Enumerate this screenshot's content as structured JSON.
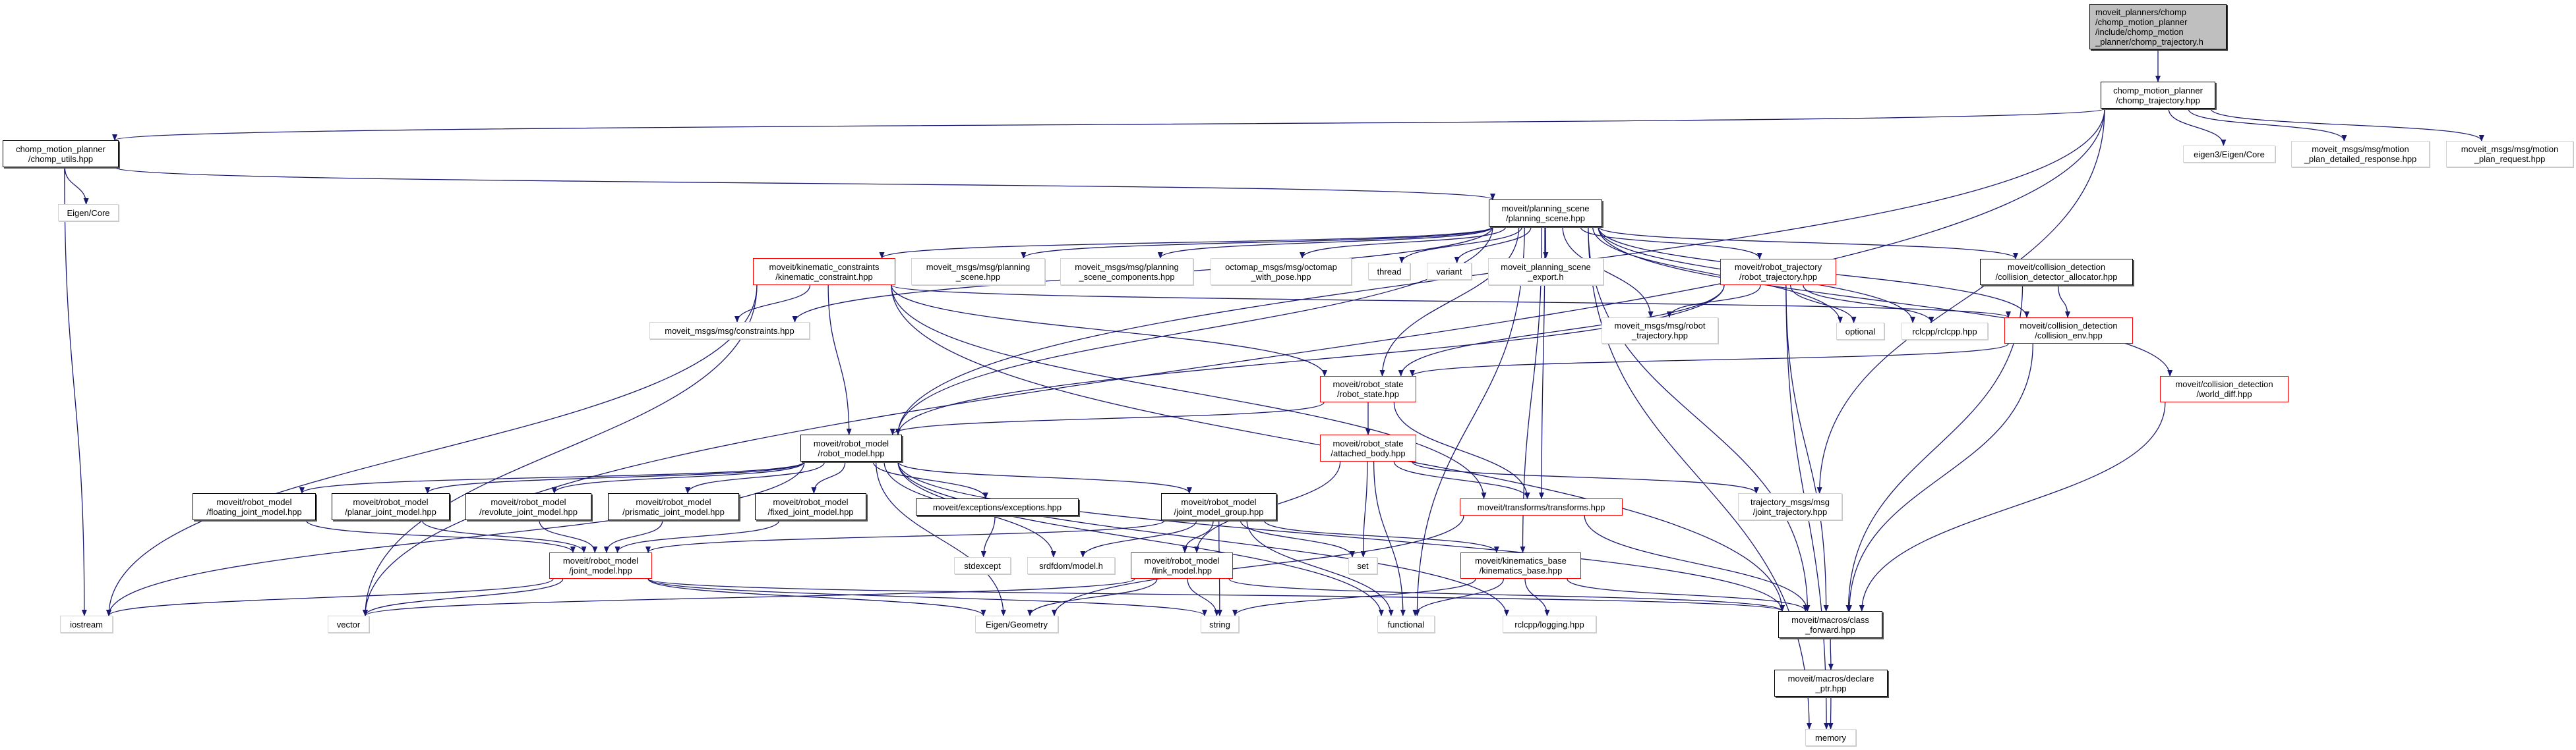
{
  "colors": {
    "edge": "#191970",
    "root_fill": "#bfbfbf",
    "truncated_border": "#ff0000",
    "external_border": "#d3d3d3",
    "documented_border": "#000000"
  },
  "graph": {
    "nodes": [
      {
        "id": "root",
        "kind": "root",
        "lines": [
          "moveit_planners/chomp",
          "/chomp_motion_planner",
          "/include/chomp_motion",
          "_planner/chomp_trajectory.h"
        ]
      },
      {
        "id": "ct",
        "kind": "documented",
        "lines": [
          "chomp_motion_planner",
          "/chomp_trajectory.hpp"
        ]
      },
      {
        "id": "cu",
        "kind": "documented",
        "lines": [
          "chomp_motion_planner",
          "/chomp_utils.hpp"
        ]
      },
      {
        "id": "ecore",
        "kind": "external",
        "lines": [
          "Eigen/Core"
        ]
      },
      {
        "id": "e3",
        "kind": "external",
        "lines": [
          "eigen3/Eigen/Core"
        ]
      },
      {
        "id": "mpdr",
        "kind": "external",
        "lines": [
          "moveit_msgs/msg/motion",
          "_plan_detailed_response.hpp"
        ]
      },
      {
        "id": "mpr",
        "kind": "external",
        "lines": [
          "moveit_msgs/msg/motion",
          "_plan_request.hpp"
        ]
      },
      {
        "id": "ps",
        "kind": "documented",
        "lines": [
          "moveit/planning_scene",
          "/planning_scene.hpp"
        ]
      },
      {
        "id": "kc",
        "kind": "truncated",
        "lines": [
          "moveit/kinematic_constraints",
          "/kinematic_constraint.hpp"
        ]
      },
      {
        "id": "psmsg",
        "kind": "external",
        "lines": [
          "moveit_msgs/msg/planning",
          "_scene.hpp"
        ]
      },
      {
        "id": "psc",
        "kind": "external",
        "lines": [
          "moveit_msgs/msg/planning",
          "_scene_components.hpp"
        ]
      },
      {
        "id": "octo",
        "kind": "external",
        "lines": [
          "octomap_msgs/msg/octomap",
          "_with_pose.hpp"
        ]
      },
      {
        "id": "thread",
        "kind": "external",
        "lines": [
          "thread"
        ]
      },
      {
        "id": "variant",
        "kind": "external",
        "lines": [
          "variant"
        ]
      },
      {
        "id": "pse",
        "kind": "external",
        "lines": [
          "moveit_planning_scene",
          "_export.h"
        ]
      },
      {
        "id": "rt",
        "kind": "truncated",
        "lines": [
          "moveit/robot_trajectory",
          "/robot_trajectory.hpp"
        ]
      },
      {
        "id": "cda",
        "kind": "documented",
        "lines": [
          "moveit/collision_detection",
          "/collision_detector_allocator.hpp"
        ]
      },
      {
        "id": "cons",
        "kind": "external",
        "lines": [
          "moveit_msgs/msg/constraints.hpp"
        ]
      },
      {
        "id": "rtmsg",
        "kind": "external",
        "lines": [
          "moveit_msgs/msg/robot",
          "_trajectory.hpp"
        ]
      },
      {
        "id": "optional",
        "kind": "external",
        "lines": [
          "optional"
        ]
      },
      {
        "id": "rclcpp",
        "kind": "external",
        "lines": [
          "rclcpp/rclcpp.hpp"
        ]
      },
      {
        "id": "ce",
        "kind": "truncated",
        "lines": [
          "moveit/collision_detection",
          "/collision_env.hpp"
        ]
      },
      {
        "id": "rs",
        "kind": "truncated",
        "lines": [
          "moveit/robot_state",
          "/robot_state.hpp"
        ]
      },
      {
        "id": "wd",
        "kind": "truncated",
        "lines": [
          "moveit/collision_detection",
          "/world_diff.hpp"
        ]
      },
      {
        "id": "rm",
        "kind": "documented",
        "lines": [
          "moveit/robot_model",
          "/robot_model.hpp"
        ]
      },
      {
        "id": "ab",
        "kind": "truncated",
        "lines": [
          "moveit/robot_state",
          "/attached_body.hpp"
        ]
      },
      {
        "id": "floating",
        "kind": "documented",
        "lines": [
          "moveit/robot_model",
          "/floating_joint_model.hpp"
        ]
      },
      {
        "id": "planar",
        "kind": "documented",
        "lines": [
          "moveit/robot_model",
          "/planar_joint_model.hpp"
        ]
      },
      {
        "id": "revolute",
        "kind": "documented",
        "lines": [
          "moveit/robot_model",
          "/revolute_joint_model.hpp"
        ]
      },
      {
        "id": "prismatic",
        "kind": "documented",
        "lines": [
          "moveit/robot_model",
          "/prismatic_joint_model.hpp"
        ]
      },
      {
        "id": "fixed",
        "kind": "documented",
        "lines": [
          "moveit/robot_model",
          "/fixed_joint_model.hpp"
        ]
      },
      {
        "id": "exc",
        "kind": "documented",
        "lines": [
          "moveit/exceptions/exceptions.hpp"
        ]
      },
      {
        "id": "jmg",
        "kind": "documented",
        "lines": [
          "moveit/robot_model",
          "/joint_model_group.hpp"
        ]
      },
      {
        "id": "tf",
        "kind": "truncated",
        "lines": [
          "moveit/transforms/transforms.hpp"
        ]
      },
      {
        "id": "jt",
        "kind": "external",
        "lines": [
          "trajectory_msgs/msg",
          "/joint_trajectory.hpp"
        ]
      },
      {
        "id": "jm",
        "kind": "truncated",
        "lines": [
          "moveit/robot_model",
          "/joint_model.hpp"
        ]
      },
      {
        "id": "stdexcept",
        "kind": "external",
        "lines": [
          "stdexcept"
        ]
      },
      {
        "id": "srdf",
        "kind": "external",
        "lines": [
          "srdfdom/model.h"
        ]
      },
      {
        "id": "lm",
        "kind": "truncated",
        "lines": [
          "moveit/robot_model",
          "/link_model.hpp"
        ]
      },
      {
        "id": "set",
        "kind": "external",
        "lines": [
          "set"
        ]
      },
      {
        "id": "kb",
        "kind": "truncated",
        "lines": [
          "moveit/kinematics_base",
          "/kinematics_base.hpp"
        ]
      },
      {
        "id": "iostream",
        "kind": "external",
        "lines": [
          "iostream"
        ]
      },
      {
        "id": "vector",
        "kind": "external",
        "lines": [
          "vector"
        ]
      },
      {
        "id": "eg",
        "kind": "external",
        "lines": [
          "Eigen/Geometry"
        ]
      },
      {
        "id": "string",
        "kind": "external",
        "lines": [
          "string"
        ]
      },
      {
        "id": "functional",
        "kind": "external",
        "lines": [
          "functional"
        ]
      },
      {
        "id": "logging",
        "kind": "external",
        "lines": [
          "rclcpp/logging.hpp"
        ]
      },
      {
        "id": "cf",
        "kind": "documented",
        "lines": [
          "moveit/macros/class",
          "_forward.hpp"
        ]
      },
      {
        "id": "dp",
        "kind": "documented",
        "lines": [
          "moveit/macros/declare",
          "_ptr.hpp"
        ]
      },
      {
        "id": "memory",
        "kind": "external",
        "lines": [
          "memory"
        ]
      }
    ],
    "edges": [
      [
        "root",
        "ct"
      ],
      [
        "ct",
        "cu"
      ],
      [
        "ct",
        "vector"
      ],
      [
        "ct",
        "rm"
      ],
      [
        "ct",
        "e3"
      ],
      [
        "ct",
        "mpdr"
      ],
      [
        "ct",
        "mpr"
      ],
      [
        "ct",
        "jt"
      ],
      [
        "cu",
        "ecore"
      ],
      [
        "cu",
        "iostream"
      ],
      [
        "cu",
        "ps"
      ],
      [
        "ps",
        "kc"
      ],
      [
        "ps",
        "psmsg"
      ],
      [
        "ps",
        "psc"
      ],
      [
        "ps",
        "octo"
      ],
      [
        "ps",
        "thread"
      ],
      [
        "ps",
        "variant"
      ],
      [
        "ps",
        "pse"
      ],
      [
        "ps",
        "rt"
      ],
      [
        "ps",
        "cda"
      ],
      [
        "ps",
        "ce"
      ],
      [
        "ps",
        "wd"
      ],
      [
        "ps",
        "memory"
      ],
      [
        "ps",
        "cf"
      ],
      [
        "ps",
        "rclcpp"
      ],
      [
        "ps",
        "optional"
      ],
      [
        "ps",
        "rtmsg"
      ],
      [
        "ps",
        "cons"
      ],
      [
        "ps",
        "rm"
      ],
      [
        "ps",
        "rs"
      ],
      [
        "ps",
        "tf"
      ],
      [
        "ps",
        "kb"
      ],
      [
        "ps",
        "functional"
      ],
      [
        "kc",
        "cons"
      ],
      [
        "kc",
        "rm"
      ],
      [
        "kc",
        "rs"
      ],
      [
        "kc",
        "iostream"
      ],
      [
        "kc",
        "vector"
      ],
      [
        "kc",
        "ce"
      ],
      [
        "kc",
        "tf"
      ],
      [
        "kc",
        "cf"
      ],
      [
        "rs",
        "rm"
      ],
      [
        "rs",
        "ab"
      ],
      [
        "rs",
        "tf"
      ],
      [
        "ab",
        "lm"
      ],
      [
        "ab",
        "set"
      ],
      [
        "ab",
        "functional"
      ],
      [
        "ab",
        "tf"
      ],
      [
        "ab",
        "jt"
      ],
      [
        "rm",
        "floating"
      ],
      [
        "rm",
        "planar"
      ],
      [
        "rm",
        "revolute"
      ],
      [
        "rm",
        "prismatic"
      ],
      [
        "rm",
        "fixed"
      ],
      [
        "rm",
        "exc"
      ],
      [
        "rm",
        "jmg"
      ],
      [
        "rm",
        "eg"
      ],
      [
        "rm",
        "iostream"
      ],
      [
        "rm",
        "srdf"
      ],
      [
        "rm",
        "functional"
      ],
      [
        "rm",
        "cf"
      ],
      [
        "rm",
        "logging"
      ],
      [
        "floating",
        "jm"
      ],
      [
        "planar",
        "jm"
      ],
      [
        "revolute",
        "jm"
      ],
      [
        "prismatic",
        "jm"
      ],
      [
        "fixed",
        "jm"
      ],
      [
        "jm",
        "iostream"
      ],
      [
        "jm",
        "vector"
      ],
      [
        "jm",
        "eg"
      ],
      [
        "jm",
        "string"
      ],
      [
        "jm",
        "cf"
      ],
      [
        "jmg",
        "jm"
      ],
      [
        "jmg",
        "lm"
      ],
      [
        "jmg",
        "srdf"
      ],
      [
        "jmg",
        "string"
      ],
      [
        "jmg",
        "set"
      ],
      [
        "jmg",
        "functional"
      ],
      [
        "jmg",
        "kb"
      ],
      [
        "exc",
        "stdexcept"
      ],
      [
        "lm",
        "eg"
      ],
      [
        "lm",
        "string"
      ],
      [
        "lm",
        "cf"
      ],
      [
        "lm",
        "vector"
      ],
      [
        "tf",
        "eg"
      ],
      [
        "tf",
        "cf"
      ],
      [
        "kb",
        "string"
      ],
      [
        "kb",
        "functional"
      ],
      [
        "kb",
        "logging"
      ],
      [
        "kb",
        "cf"
      ],
      [
        "rt",
        "rtmsg"
      ],
      [
        "rt",
        "rs"
      ],
      [
        "rt",
        "optional"
      ],
      [
        "rt",
        "rclcpp"
      ],
      [
        "rt",
        "cf"
      ],
      [
        "rt",
        "memory"
      ],
      [
        "rt",
        "rm"
      ],
      [
        "cda",
        "ce"
      ],
      [
        "cda",
        "cf"
      ],
      [
        "ce",
        "rs"
      ],
      [
        "ce",
        "cf"
      ],
      [
        "wd",
        "cf"
      ],
      [
        "cf",
        "dp"
      ],
      [
        "dp",
        "memory"
      ]
    ]
  }
}
